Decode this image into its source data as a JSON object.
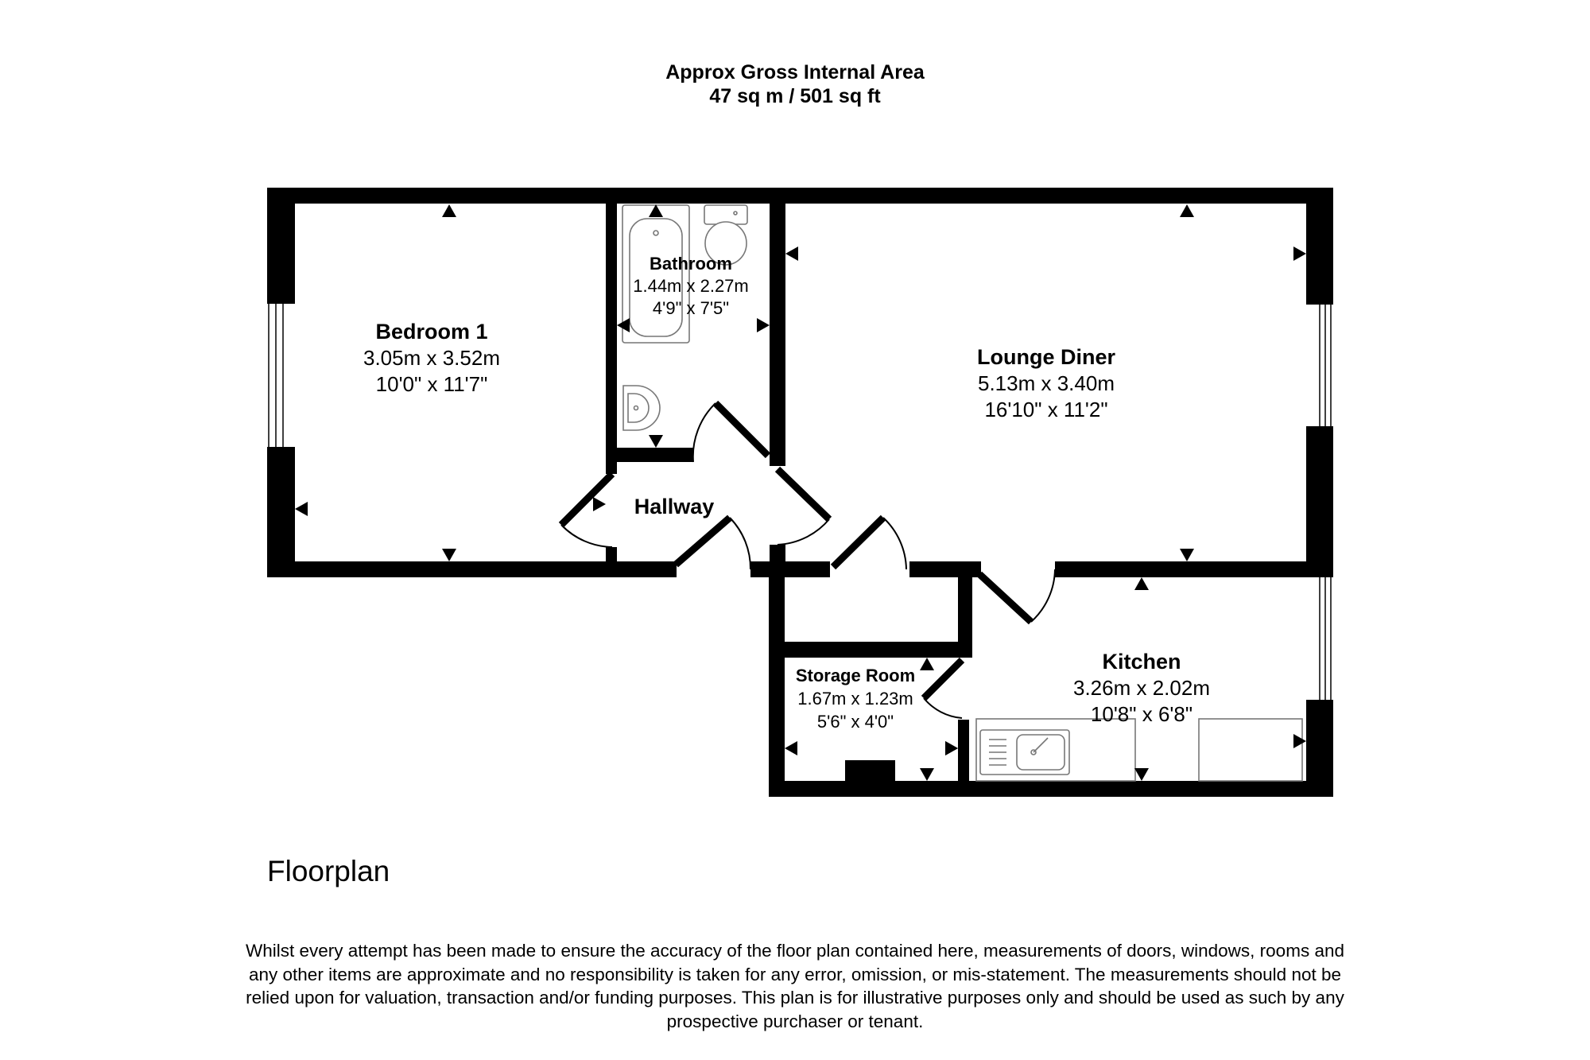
{
  "header": {
    "area_title": "Approx Gross Internal Area",
    "area_value": "47 sq m / 501 sq ft"
  },
  "rooms": {
    "bedroom1": {
      "name": "Bedroom 1",
      "metric": "3.05m x 3.52m",
      "imperial": "10'0\" x 11'7\""
    },
    "bathroom": {
      "name": "Bathroom",
      "metric": "1.44m x 2.27m",
      "imperial": "4'9\" x 7'5\""
    },
    "lounge": {
      "name": "Lounge Diner",
      "metric": "5.13m x 3.40m",
      "imperial": "16'10\" x 11'2\""
    },
    "hallway": {
      "name": "Hallway"
    },
    "kitchen": {
      "name": "Kitchen",
      "metric": "3.26m x 2.02m",
      "imperial": "10'8\" x 6'8\""
    },
    "storage": {
      "name": "Storage Room",
      "metric": "1.67m x 1.23m",
      "imperial": "5'6\" x 4'0\""
    }
  },
  "plan_title": "Floorplan",
  "disclaimer": {
    "lines": [
      "Whilst every attempt has been made to ensure the accuracy of the floor plan contained here, measurements of doors, windows, rooms and",
      "any other items are approximate and no responsibility is taken for any error, omission, or mis-statement. The measurements should not be",
      "relied upon for valuation, transaction and/or funding purposes. This plan is for illustrative purposes only and should be used as such by any",
      "prospective purchaser or tenant."
    ]
  },
  "colors": {
    "wall": "#000000",
    "background": "#ffffff",
    "fixture_stroke": "#888888"
  }
}
